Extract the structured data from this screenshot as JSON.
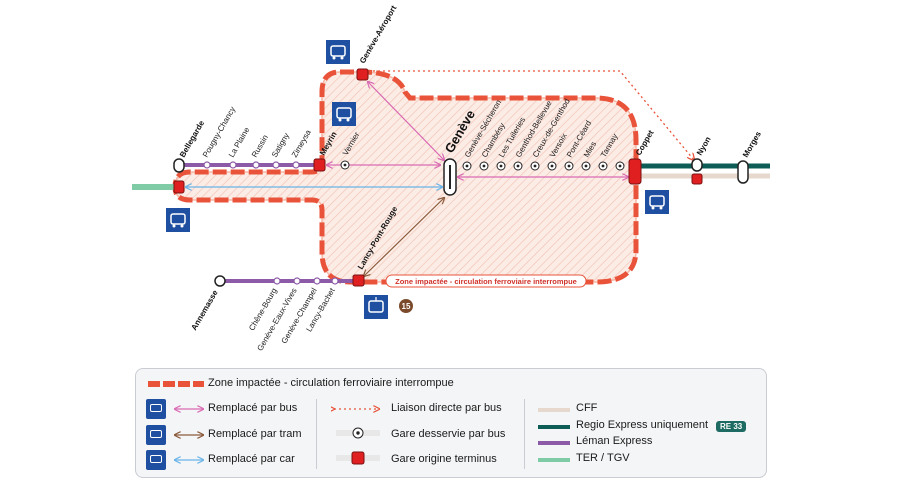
{
  "map": {
    "zone_label": "Zone impactée - circulation ferroviaire interrompue",
    "stations": {
      "bellegarde": "Bellegarde",
      "pougny": "Pougny-Chancy",
      "la_plaine": "La Plaine",
      "russin": "Russin",
      "satigny": "Satigny",
      "zimeysa": "Zimeysa",
      "meyrin": "Meyrin",
      "vernier": "Vernier",
      "geneve": "Genève",
      "geneve_aeroport": "Genève-Aéroport",
      "secheron": "Genève-Sécheron",
      "chambesy": "Chambésy",
      "tuileries": "Les Tuileries",
      "genthod": "Genthod-Bellevue",
      "creux": "Creux-de-Genthod",
      "versoix": "Versoix",
      "pont_ceard": "Pont-Céard",
      "mies": "Mies",
      "tannay": "Tannay",
      "coppet": "Coppet",
      "nyon": "Nyon",
      "morges": "Morges",
      "lancy_pont_rouge": "Lancy-Pont-Rouge",
      "annemasse": "Annemasse",
      "chene_bourg": "Chêne-Bourg",
      "eaux_vives": "Genève-Eaux-Vives",
      "champel": "Genève-Champel",
      "bachet": "Lancy-Bachet"
    },
    "tram_line": "15"
  },
  "legend": {
    "zone": "Zone impactée - circulation ferroviaire interrompue",
    "bus": "Remplacé par bus",
    "tram": "Remplacé par tram",
    "car": "Remplacé par car",
    "direct_bus": "Liaison directe par bus",
    "served_bus": "Gare desservie par bus",
    "terminus": "Gare origine terminus",
    "cff": "CFF",
    "regio": "Regio Express uniquement",
    "regio_badge": "RE 33",
    "leman": "Léman Express",
    "ter": "TER / TGV"
  },
  "colors": {
    "zone": "#e8533a",
    "bus": "#d96bb2",
    "tram": "#8a5a3b",
    "car": "#6ab4e8",
    "cff": "#e6d8cc",
    "regio": "#0d5c55",
    "leman": "#8d5aa8",
    "ter": "#7fcba6",
    "icon": "#1f4fa0"
  }
}
